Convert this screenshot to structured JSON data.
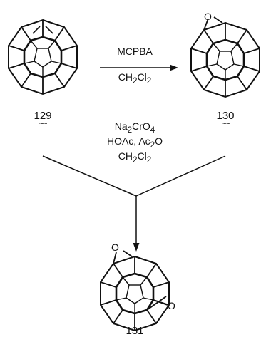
{
  "reaction1": {
    "reagent_top": "MCPBA",
    "solvent": {
      "base": "CH",
      "sub1": "2",
      "mid": "Cl",
      "sub2": "2"
    }
  },
  "reaction2": {
    "line1": {
      "base": "Na",
      "sub1": "2",
      "mid": "CrO",
      "sub2": "4"
    },
    "line2": {
      "base": "HOAc, Ac",
      "sub1": "2",
      "mid": "O",
      "sub2": ""
    },
    "line3": {
      "base": "CH",
      "sub1": "2",
      "mid": "Cl",
      "sub2": "2"
    }
  },
  "compounds": {
    "start": "129",
    "epoxide": "130",
    "diepoxide": "131"
  },
  "atoms": {
    "oxygen": "O"
  },
  "colors": {
    "ink": "#111111",
    "background": "#ffffff"
  }
}
